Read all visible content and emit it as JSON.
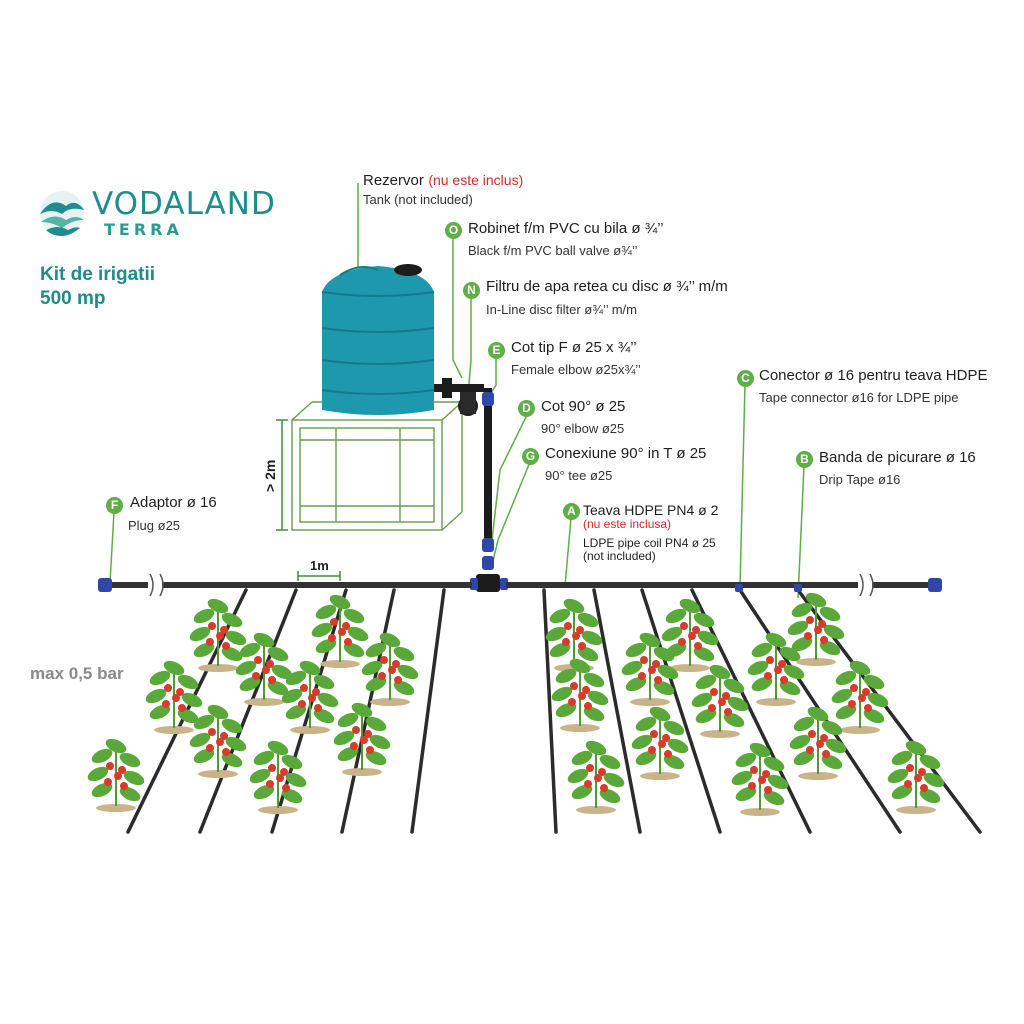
{
  "brand": {
    "name": "VODALAND",
    "sub": "TERRA"
  },
  "kit": {
    "line1": "Kit de irigatii",
    "line2": "500 mp"
  },
  "pressure": "max 0,5 bar",
  "dimensions": {
    "height": "> 2m",
    "spacing": "1m"
  },
  "components": {
    "tank": {
      "main": "Rezervor",
      "note": "(nu este inclus)",
      "sub": "Tank (not included)"
    },
    "O": {
      "letter": "O",
      "main": "Robinet f/m PVC cu bila ø ¾’’",
      "sub": "Black f/m PVC ball valve ø¾’’"
    },
    "N": {
      "letter": "N",
      "main": "Filtru de apa retea cu disc ø ¾’’ m/m",
      "sub": "In-Line disc filter ø¾’’ m/m"
    },
    "E": {
      "letter": "E",
      "main": "Cot tip F ø 25 x ¾’’",
      "sub": "Female elbow ø25x¾’’"
    },
    "D": {
      "letter": "D",
      "main": "Cot 90° ø 25",
      "sub": "90° elbow ø25"
    },
    "G": {
      "letter": "G",
      "main": "Conexiune 90° in T ø 25",
      "sub": "90° tee ø25"
    },
    "C": {
      "letter": "C",
      "main": "Conector ø 16 pentru teava HDPE",
      "sub": "Tape connector ø16 for LDPE pipe"
    },
    "B": {
      "letter": "B",
      "main": "Banda de picurare ø 16",
      "sub": "Drip Tape ø16"
    },
    "F": {
      "letter": "F",
      "main": "Adaptor ø 16",
      "sub": "Plug ø25"
    },
    "A": {
      "letter": "A",
      "main": "Teava HDPE PN4 ø 2",
      "note": "(nu este inclusa)",
      "sub": "LDPE pipe coil PN4 ø 25",
      "sub2": "(not included)"
    }
  },
  "colors": {
    "brand": "#1d8e8f",
    "badge": "#5fae46",
    "tank": "#1e98ad",
    "fitting": "#2f47a8",
    "note": "#d42a2a",
    "plant": "#5ba83a",
    "tomato": "#d63b2c"
  }
}
